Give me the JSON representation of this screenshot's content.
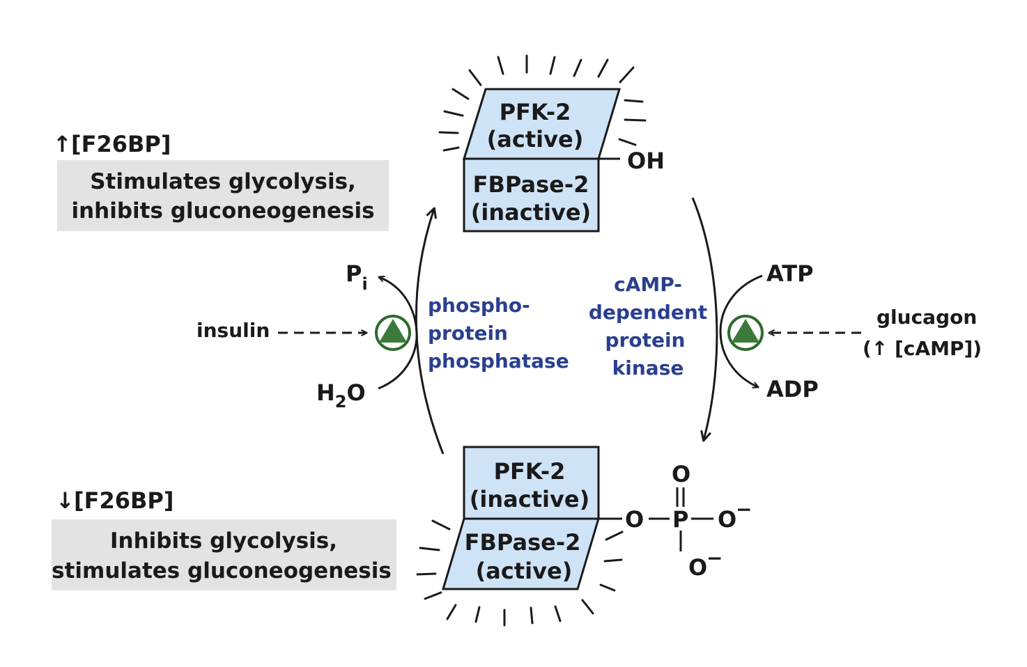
{
  "top_left": {
    "level_arrow": "↑",
    "level_label": "[F26BP]",
    "effect_line1": "Stimulates glycolysis,",
    "effect_line2": "inhibits gluconeogenesis"
  },
  "bottom_left": {
    "level_arrow": "↓",
    "level_label": "[F26BP]",
    "effect_line1": "Inhibits glycolysis,",
    "effect_line2": "stimulates gluconeogenesis"
  },
  "top_enzyme": {
    "pfk_line1": "PFK-2",
    "pfk_line2": "(active)",
    "fbpase_line1": "FBPase-2",
    "fbpase_line2": "(inactive)",
    "group": "OH"
  },
  "bottom_enzyme": {
    "pfk_line1": "PFK-2",
    "pfk_line2": "(inactive)",
    "fbpase_line1": "FBPase-2",
    "fbpase_line2": "(active)"
  },
  "phosphate": {
    "O_top": "O",
    "O_left": "O",
    "P": "P",
    "O_right": "O",
    "O_bottom": "O",
    "minus": "−"
  },
  "left_reaction": {
    "product": "P",
    "product_sub": "i",
    "substrate": "H",
    "substrate_sub": "2",
    "substrate_end": "O",
    "regulator": "insulin",
    "enzyme_line1": "phospho-",
    "enzyme_line2": "protein",
    "enzyme_line3": "phosphatase"
  },
  "right_reaction": {
    "substrate": "ATP",
    "product": "ADP",
    "regulator_line1": "glucagon",
    "regulator_line2_open": "(",
    "regulator_line2_arrow": "↑",
    "regulator_line2_rest": " [cAMP])",
    "enzyme_line1": "cAMP-",
    "enzyme_line2": "dependent",
    "enzyme_line3": "protein",
    "enzyme_line4": "kinase"
  },
  "colors": {
    "box_fill": "#cfe3f7",
    "effect_fill": "#e3e3e3",
    "enzyme_text": "#2a3f8f",
    "activator_ring": "#2e6b2e",
    "activator_fill": "#3b7a3b",
    "line": "#1a1a1a"
  }
}
